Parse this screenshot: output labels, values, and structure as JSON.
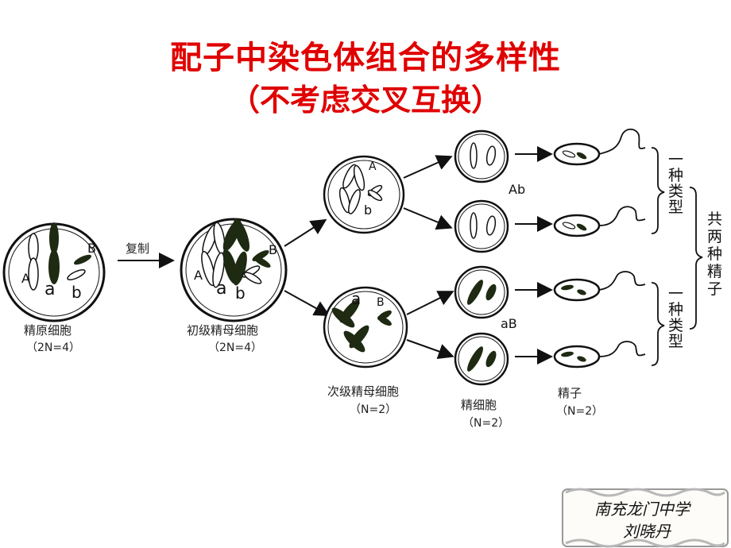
{
  "title": {
    "line1": "配子中染色体组合的多样性",
    "line2": "（不考虑交叉互换）"
  },
  "labels": {
    "replicate": "复制",
    "spermatogonium": "精原细胞",
    "spermatogonium_n": "（2N=4）",
    "primary": "初级精母细胞",
    "primary_n": "（2N=4）",
    "secondary": "次级精母细胞",
    "secondary_n": "（N=2）",
    "spermatid": "精细胞",
    "spermatid_n": "（N=2）",
    "sperm": "精子",
    "sperm_n": "（N=2）"
  },
  "genes": {
    "A": "A",
    "a": "a",
    "B": "B",
    "b": "b",
    "Ab": "Ab",
    "aB": "aB"
  },
  "brackets": {
    "one_type_top": "一种类型",
    "one_type_bottom": "一种类型",
    "two_types": "共两种精子"
  },
  "stamp": {
    "line1": "南充龙门中学",
    "line2": "刘晓丹"
  }
}
